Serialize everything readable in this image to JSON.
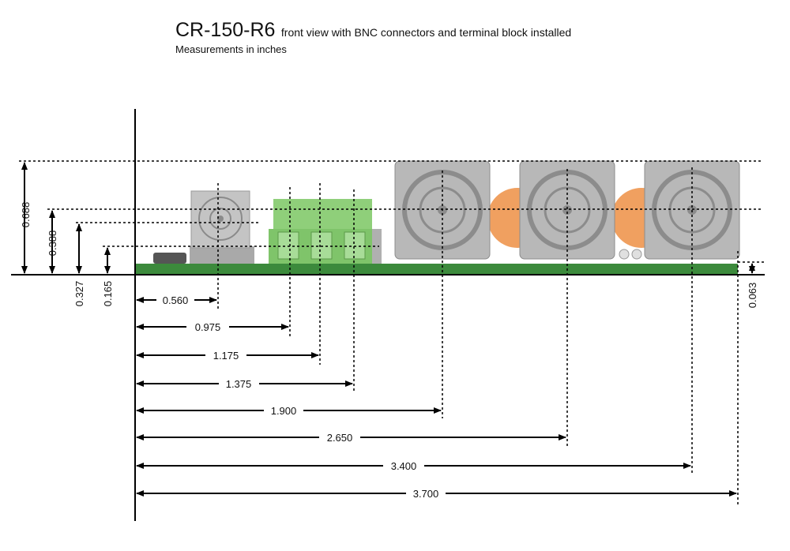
{
  "header": {
    "title": "CR-150-R6",
    "description": "front view with BNC connectors and terminal block installed",
    "units_note": "Measurements in inches"
  },
  "colors": {
    "pcb": "#3c8a3c",
    "bnc_housing": "#b8b8b8",
    "terminal_block": "#8fcf7a",
    "capacitor": "#f0a060",
    "dimension": "#000000"
  },
  "vertical_dimensions": [
    {
      "label": "0.688",
      "value": 0.688
    },
    {
      "label": "0.388",
      "value": 0.388
    },
    {
      "label": "0.327",
      "value": 0.327
    },
    {
      "label": "0.165",
      "value": 0.165
    },
    {
      "label": "0.063",
      "value": 0.063
    }
  ],
  "horizontal_dimensions": [
    {
      "label": "0.560",
      "value": 0.56
    },
    {
      "label": "0.975",
      "value": 0.975
    },
    {
      "label": "1.175",
      "value": 1.175
    },
    {
      "label": "1.375",
      "value": 1.375
    },
    {
      "label": "1.900",
      "value": 1.9
    },
    {
      "label": "2.650",
      "value": 2.65
    },
    {
      "label": "3.400",
      "value": 3.4
    },
    {
      "label": "3.700",
      "value": 3.7
    }
  ]
}
